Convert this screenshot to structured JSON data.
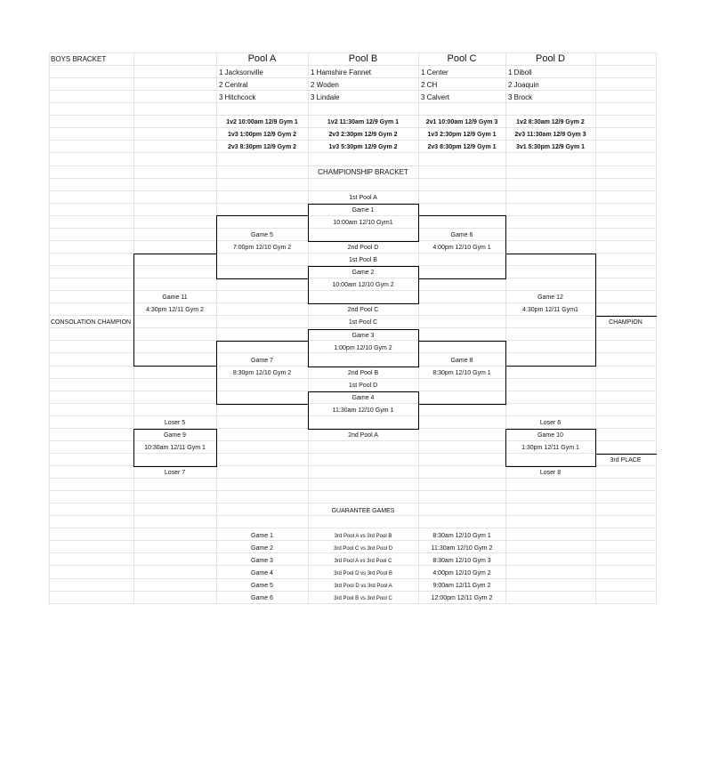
{
  "bracket_title": "BOYS BRACKET",
  "pools": [
    {
      "name": "Pool A",
      "teams": [
        "1  Jacksonville",
        "2  Central",
        "3  Hitchcock"
      ],
      "games": [
        "1v2 10:00am 12/9 Gym 1",
        "1v3 1:00pm 12/9 Gym 2",
        "2v3 8:30pm 12/9 Gym 2"
      ]
    },
    {
      "name": "Pool B",
      "teams": [
        "1  Hamshire Fannet",
        "2  Woden",
        "3  Lindale"
      ],
      "games": [
        "1v2 11:30am 12/9 Gym 1",
        "2v3 2:30pm 12/9 Gym 2",
        "1v3 5:30pm 12/9 Gym 2"
      ]
    },
    {
      "name": "Pool C",
      "teams": [
        "1  Center",
        "2  CH",
        "3  Calvert"
      ],
      "games": [
        "2v1 10:00am 12/9 Gym 3",
        "1v3 2:30pm 12/9 Gym 1",
        "2v3 8:30pm 12/9 Gym 1"
      ]
    },
    {
      "name": "Pool D",
      "teams": [
        "1  Diboll",
        "2  Joaquin",
        "3  Brock"
      ],
      "games": [
        "1v2 8:30am 12/9 Gym 2",
        "2v3 11:30am 12/9 Gym 3",
        "3v1 5:30pm 12/9 Gym 1"
      ]
    }
  ],
  "championship": {
    "title": "CHAMPIONSHIP BRACKET",
    "game1": {
      "top": "1st Pool A",
      "name": "Game 1",
      "time": "10:00am 12/10 Gym1",
      "bottom": "2nd Pool D"
    },
    "game2": {
      "top": "1st Pool B",
      "name": "Game 2",
      "time": "10:00am 12/10 Gym 2",
      "bottom": "2nd Pool C"
    },
    "game3": {
      "top": "1st Pool C",
      "name": "Game 3",
      "time": "1:00pm 12/10 Gym 2",
      "bottom": "2nd Pool B"
    },
    "game4": {
      "top": "1st Pool D",
      "name": "Game 4",
      "time": "11:30am 12/10 Gym 1",
      "bottom": "2nd Pool A"
    },
    "game5": {
      "name": "Game 5",
      "time": "7:00pm 12/10 Gym 2"
    },
    "game6": {
      "name": "Game 6",
      "time": "4:00pm 12/10 Gym 1"
    },
    "game7": {
      "name": "Game 7",
      "time": "8:30pm 12/10 Gym 2"
    },
    "game8": {
      "name": "Game 8",
      "time": "8:30pm 12/10 Gym 1"
    },
    "game11": {
      "name": "Game 11",
      "time": "4:30pm 12/11 Gym 2"
    },
    "game12": {
      "name": "Game 12",
      "time": "4:30pm 12/11 Gym1"
    },
    "consolation_champion": "CONSOLATION CHAMPION",
    "champion": "CHAMPION",
    "game9": {
      "top": "Loser 5",
      "name": "Game 9",
      "time": "10:30am 12/11 Gym 1",
      "bottom": "Loser 7"
    },
    "game10": {
      "top": "Loser 6",
      "name": "Game 10",
      "time": "1:30pm 12/11 Gym 1",
      "bottom": "Loser 8"
    },
    "third_place": "3rd PLACE"
  },
  "guarantee": {
    "title": "GUARANTEE GAMES",
    "rows": [
      {
        "game": "Game 1",
        "matchup": "3rd Pool A vs 3rd Pool B",
        "time": "8:30am 12/10 Gym 1"
      },
      {
        "game": "Game 2",
        "matchup": "3rd Pool C vs 3rd Pool D",
        "time": "11:30am 12/10 Gym 2"
      },
      {
        "game": "Game 3",
        "matchup": "3rd Pool A vs 3rd Pool C",
        "time": "8:30am 12/10 Gym 3"
      },
      {
        "game": "Game 4",
        "matchup": "3rd Pool D vs 3rd Pool B",
        "time": "4:00pm 12/10 Gym 2"
      },
      {
        "game": "Game 5",
        "matchup": "3rd Pool D vs 3rd Pool A",
        "time": "9:00am 12/11 Gym 2"
      },
      {
        "game": "Game 6",
        "matchup": "3rd Pool B vs 3rd Pool C",
        "time": "12:00pm 12/11 Gym 2"
      }
    ]
  }
}
